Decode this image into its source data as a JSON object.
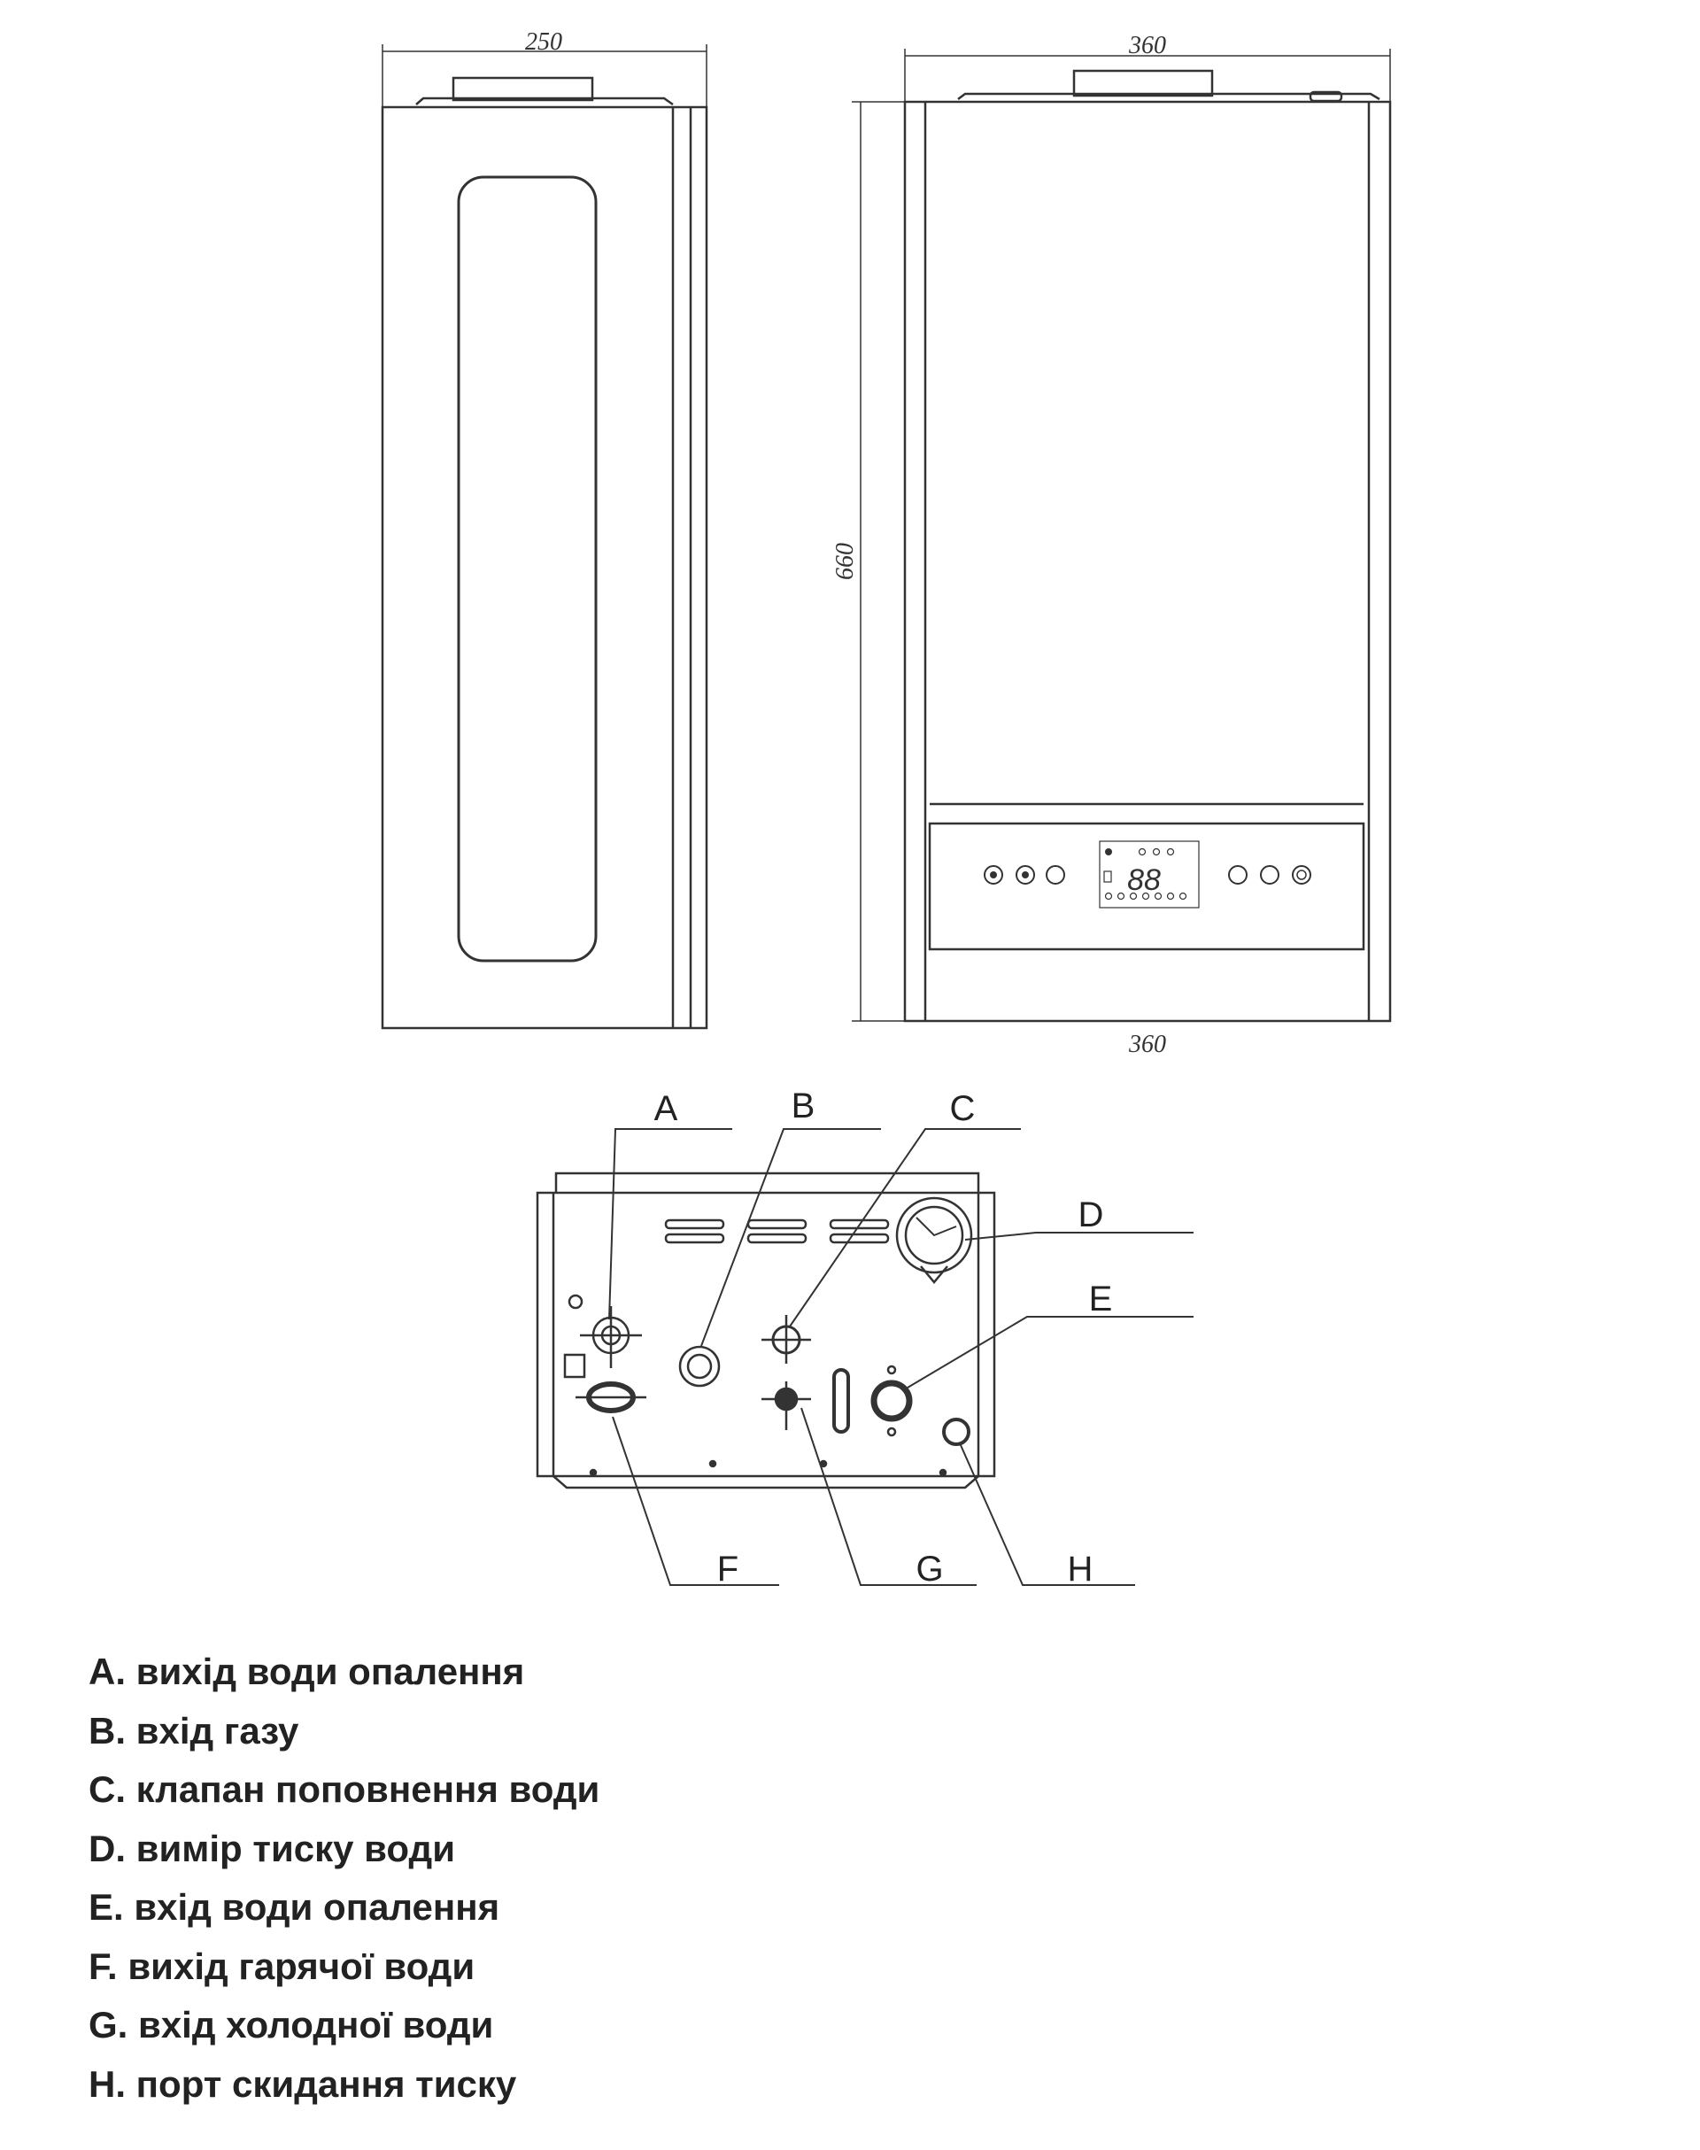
{
  "dimensions": {
    "side_width": "250",
    "front_width": "360",
    "front_height": "660",
    "bottom_width": "360"
  },
  "callouts": [
    "A",
    "B",
    "C",
    "D",
    "E",
    "F",
    "G",
    "H"
  ],
  "display": {
    "digits": "88"
  },
  "legend": [
    "A. вихід води опалення",
    "B. вхід газу",
    "C. клапан поповнення води",
    "D. вимір тиску води",
    "E. вхід води опалення",
    "F. вихід гарячої води",
    "G. вхід холодної води",
    "H. порт скидання тиску"
  ]
}
